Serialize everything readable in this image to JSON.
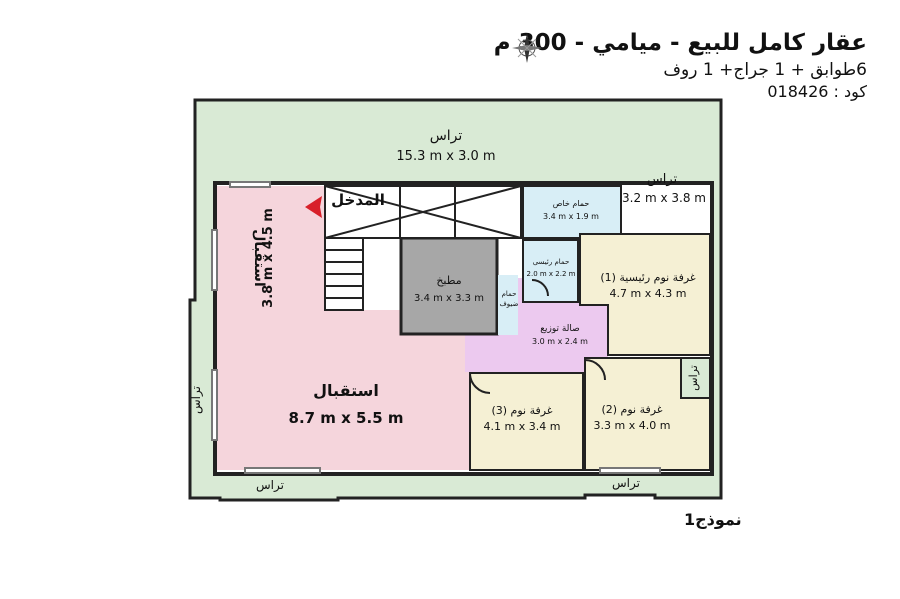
{
  "header": {
    "title": "عقار كامل للبيع - ميامي - 300 م",
    "subtitle": "6طوابق + 1 جراج+ 1 روف",
    "code": "كود : 018426"
  },
  "model_label": "نموذج1",
  "rooms": {
    "terrace_top": {
      "name": "تراس",
      "dims": "15.3 m x 3.0 m"
    },
    "terrace_right": {
      "name": "تراس",
      "dims": "3.2 m x 3.8 m"
    },
    "terrace_left_side": {
      "name": "تراس"
    },
    "terrace_right_side": {
      "name": "تراس"
    },
    "terrace_bottom_left": {
      "name": "تراس"
    },
    "terrace_bottom_right": {
      "name": "تراس"
    },
    "entrance": {
      "name": "المدخل"
    },
    "reception_small": {
      "name": "استقبال",
      "dims": "3.8 m x 4.5 m"
    },
    "reception_large": {
      "name": "استقبال",
      "dims": "8.7 m x 5.5 m"
    },
    "kitchen": {
      "name": "مطبخ",
      "dims": "3.4 m x 3.3 m"
    },
    "private_bath": {
      "name": "حمام خاص",
      "dims": "3.4 m x 1.9 m"
    },
    "main_bath": {
      "name": "حمام رئيسى",
      "dims": "2.0 m x 2.2 m"
    },
    "guest_bath": {
      "name_line1": "حمام",
      "name_line2": "ضيوف"
    },
    "hall": {
      "name": "صالة توزيع",
      "dims": "3.0 m x 2.4 m"
    },
    "master_bedroom": {
      "name": "غرفة نوم رئيسية (1)",
      "dims": "4.7 m x 4.3 m"
    },
    "bedroom_2": {
      "name": "غرفة نوم (2)",
      "dims": "3.3 m x 4.0 m"
    },
    "bedroom_3": {
      "name": "غرفة نوم (3)",
      "dims": "4.1 m x 3.4 m"
    }
  },
  "colors": {
    "terrace": "#d9ead5",
    "reception": "#f5d5dc",
    "kitchen": "#a7a7a7",
    "bath": "#d8eef6",
    "hall": "#ecc9ef",
    "bedroom": "#f5f0d4",
    "entrance_arrow": "#d8202a"
  }
}
